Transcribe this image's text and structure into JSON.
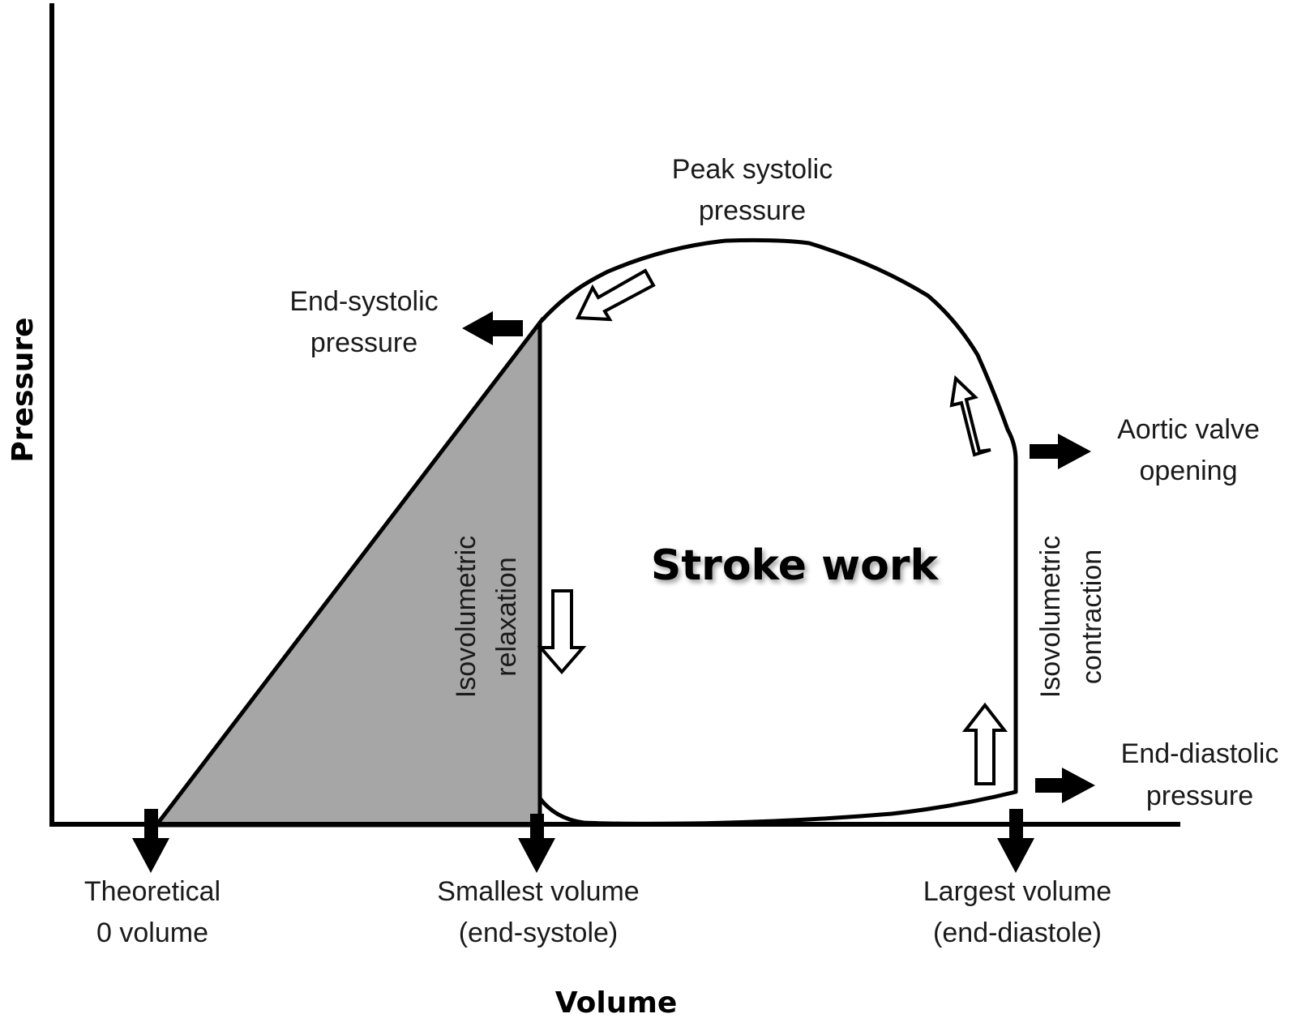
{
  "axes": {
    "y_title": "Pressure",
    "x_title": "Volume"
  },
  "center_label": "Stroke work",
  "labels": {
    "peak_systolic": [
      "Peak systolic",
      "pressure"
    ],
    "end_systolic": [
      "End-systolic",
      "pressure"
    ],
    "aortic_valve": [
      "Aortic valve",
      "opening"
    ],
    "end_diastolic_pressure": [
      "End-diastolic",
      "pressure"
    ],
    "iso_relaxation": [
      "Isovolumetric",
      "relaxation"
    ],
    "iso_contraction": [
      "Isovolumetric",
      "contraction"
    ],
    "theoretical_zero": [
      "Theoretical",
      "0 volume"
    ],
    "smallest_volume": [
      "Smallest volume",
      "(end-systole)"
    ],
    "largest_volume": [
      "Largest volume",
      "(end-diastole)"
    ]
  },
  "colors": {
    "line": "#000000",
    "shaded_area": "#a6a6a6",
    "background": "#ffffff"
  }
}
